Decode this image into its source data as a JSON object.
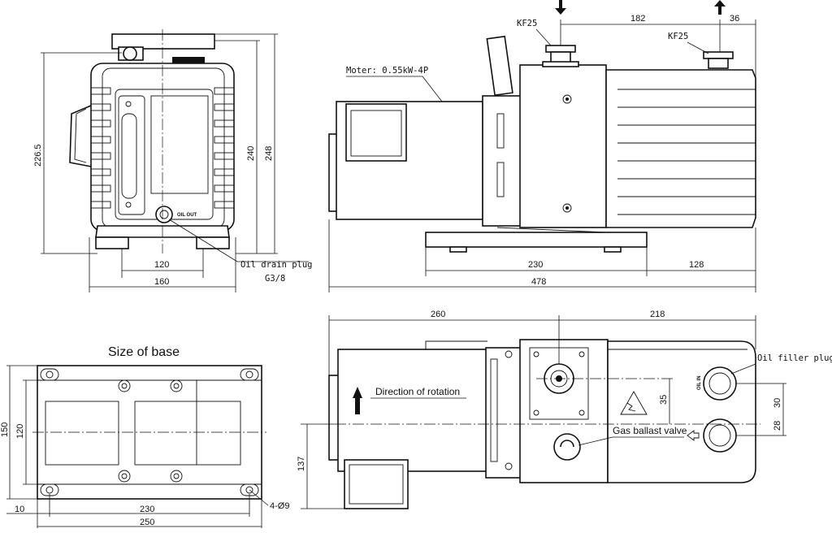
{
  "front_view": {
    "dims": {
      "width_inner": "120",
      "width_outer": "160",
      "h1": "226.5",
      "h2": "240",
      "h3": "248"
    },
    "oil_drain_label": "Oil drain plug",
    "oil_drain_spec": "G3/8",
    "oil_out_text": "OIL OUT"
  },
  "side_view": {
    "motor_label": "Moter: 0.55kW-4P",
    "kf25_inlet": "KF25",
    "kf25_outlet": "KF25",
    "dims": {
      "inlet_to_outlet": "182",
      "outlet_offset": "36",
      "base_len": "230",
      "base_right": "128",
      "total": "478"
    }
  },
  "top_view": {
    "dims": {
      "left": "260",
      "right": "218",
      "d35": "35",
      "d30": "30",
      "d28": "28",
      "d137": "137"
    },
    "rotation_label": "Direction of rotation",
    "gas_ballast_label": "Gas ballast valve",
    "oil_filler_label": "Oil filler plug",
    "oil_in_text": "OIL IN"
  },
  "base_view": {
    "title": "Size of base",
    "dims": {
      "h150": "150",
      "h120": "120",
      "w10": "10",
      "w230": "230",
      "w250": "250",
      "holes": "4-Ø9"
    }
  }
}
